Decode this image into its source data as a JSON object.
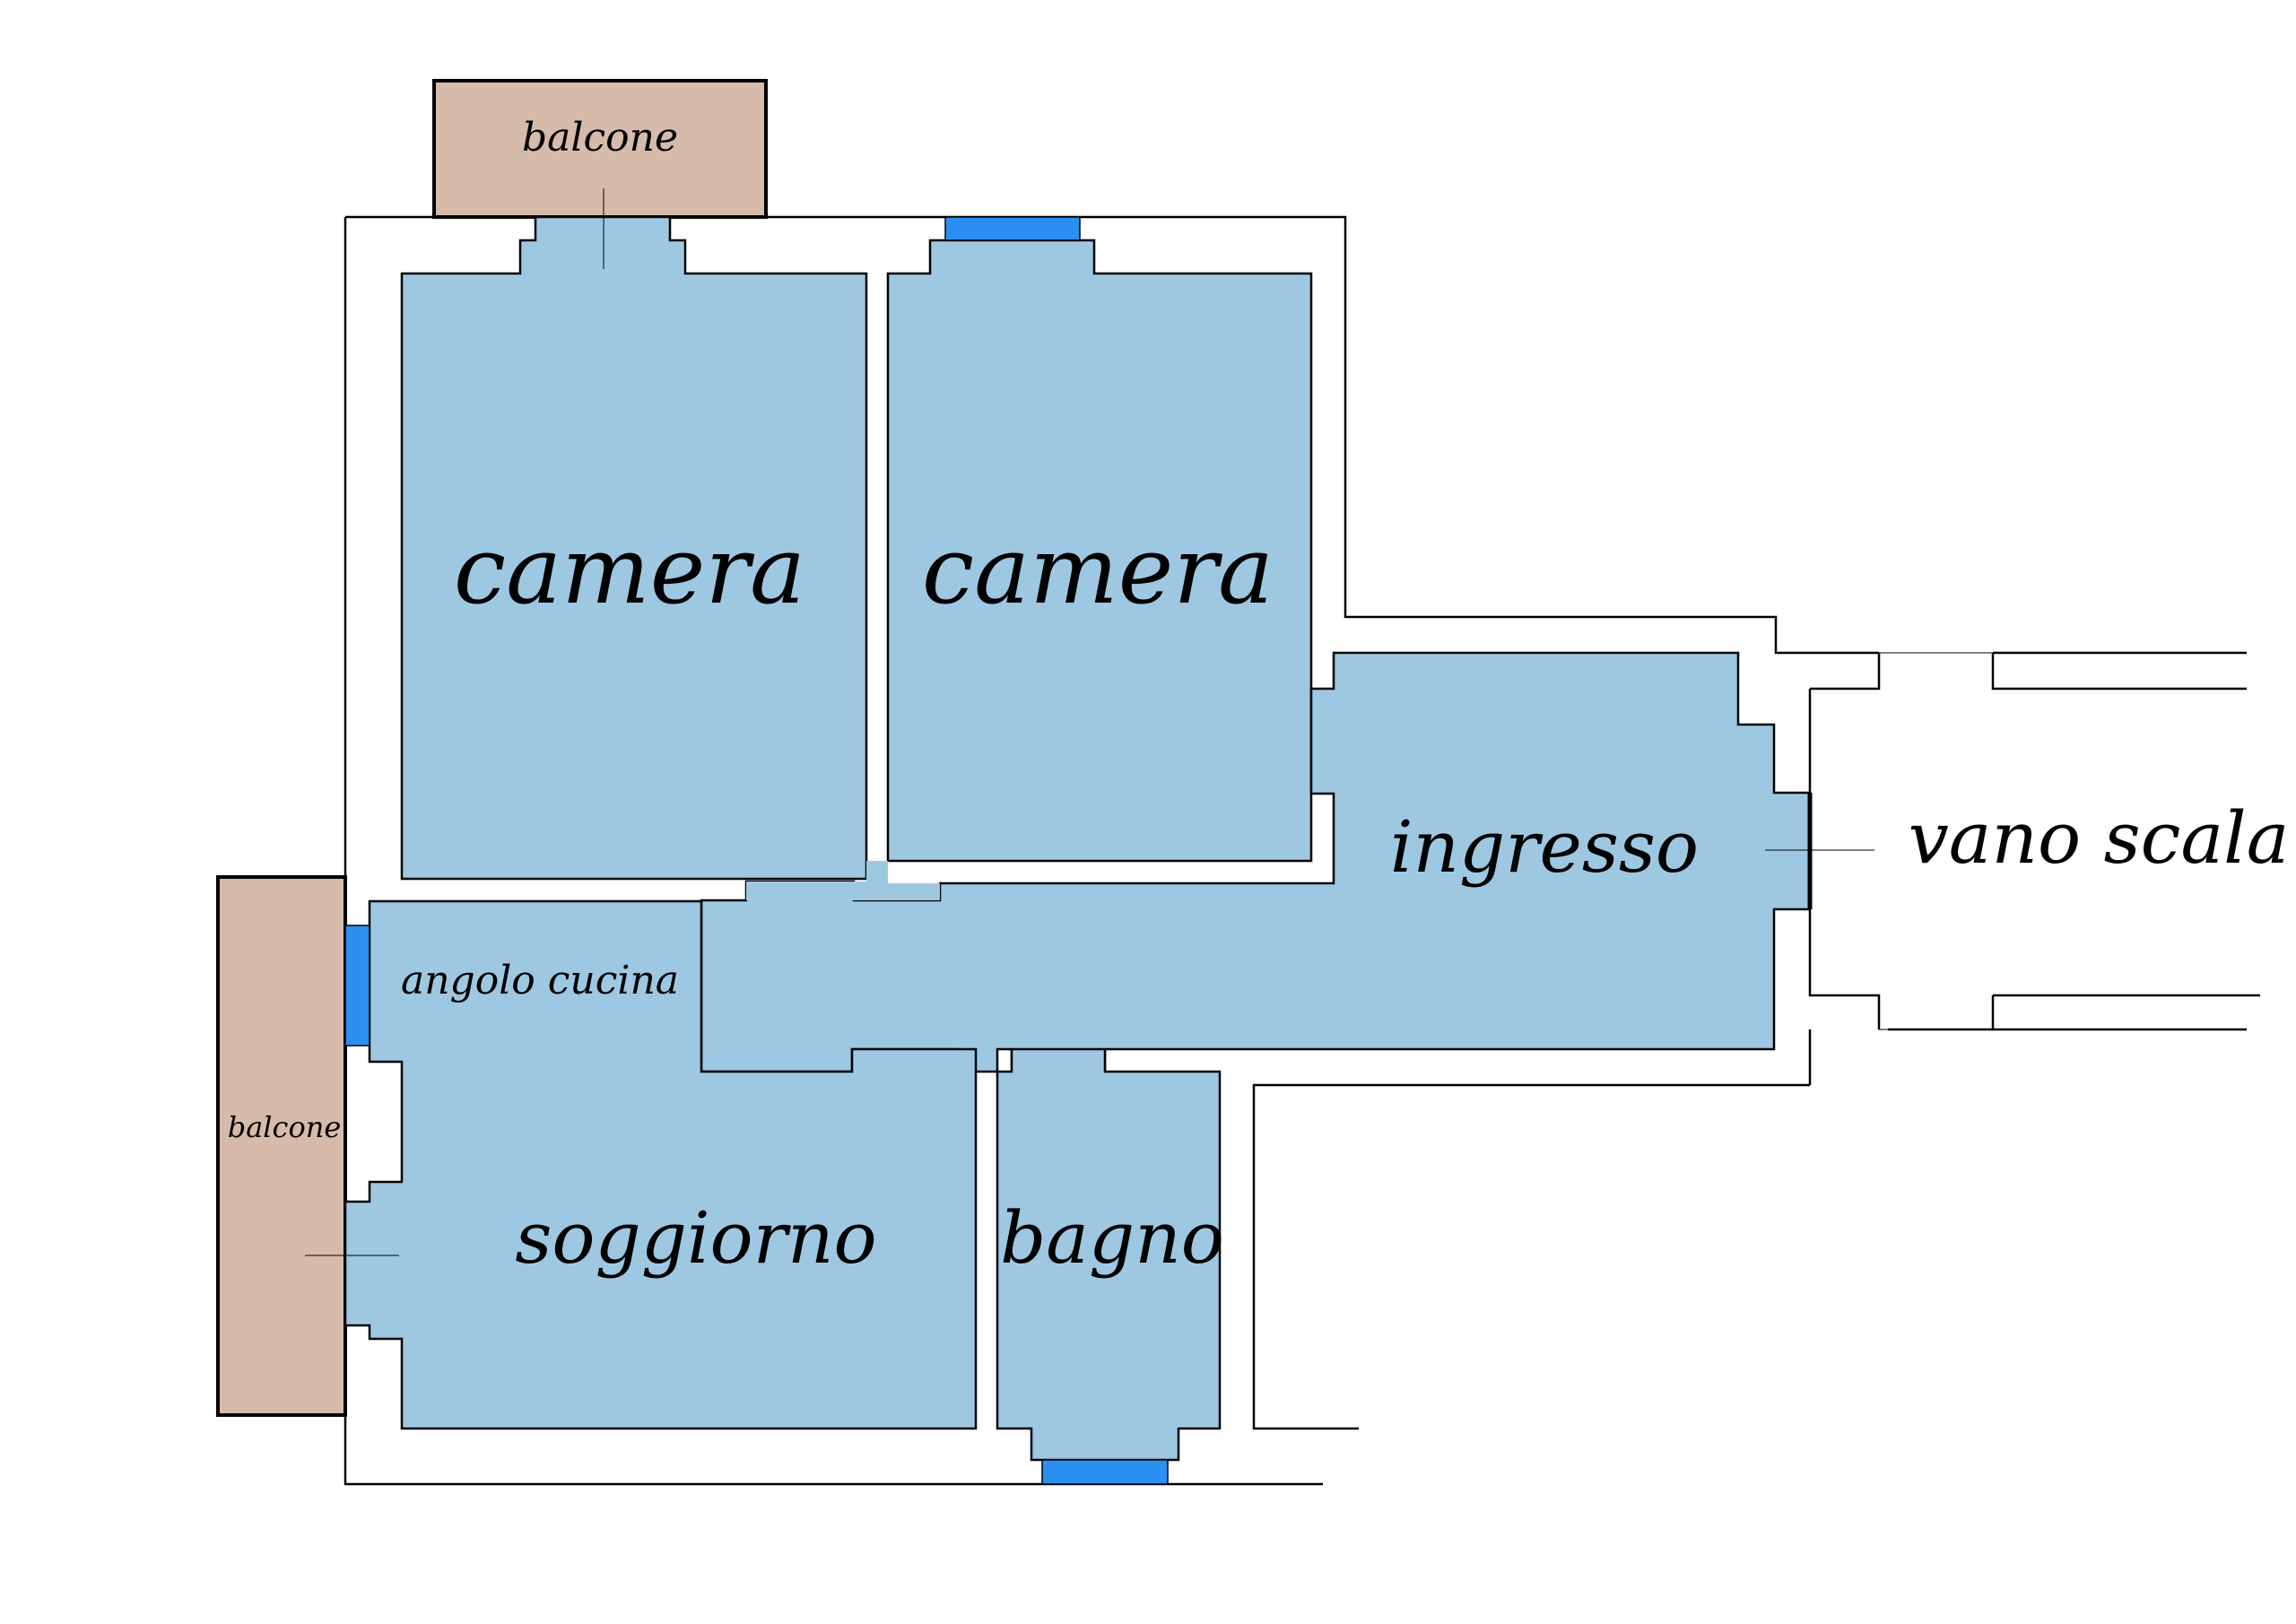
{
  "labels": {
    "camera_left": "camera",
    "camera_right": "camera",
    "ingresso": "ingresso",
    "vano_scala": "vano scala",
    "angolo_cucina": "angolo cucina",
    "soggiorno": "soggiorno",
    "bagno": "bagno",
    "balcone_top": "balcone",
    "balcone_left": "balcone"
  },
  "colors": {
    "room_fill": "#9ec8e2",
    "balcony_fill": "#d6bbab",
    "window_fill": "#2a8ff0",
    "wall_stroke": "#000000",
    "background": "#ffffff"
  }
}
